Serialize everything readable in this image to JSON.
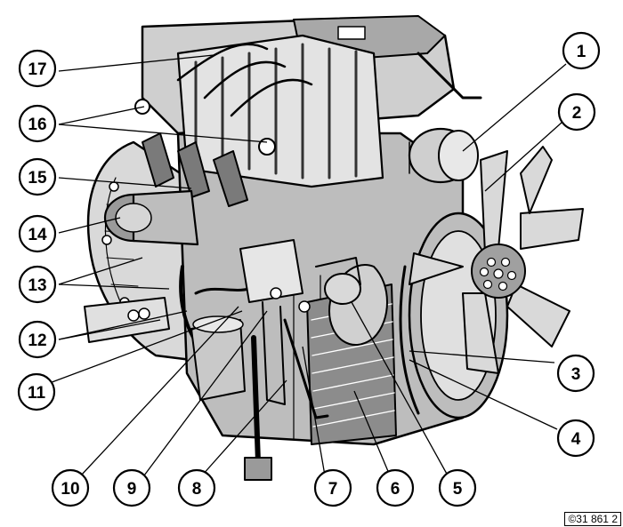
{
  "figure": {
    "reference_code": "©31 861 2"
  },
  "callouts": [
    {
      "number": "1"
    },
    {
      "number": "2"
    },
    {
      "number": "3"
    },
    {
      "number": "4"
    },
    {
      "number": "5"
    },
    {
      "number": "6"
    },
    {
      "number": "7"
    },
    {
      "number": "8"
    },
    {
      "number": "9"
    },
    {
      "number": "10"
    },
    {
      "number": "11"
    },
    {
      "number": "12"
    },
    {
      "number": "13"
    },
    {
      "number": "14"
    },
    {
      "number": "15"
    },
    {
      "number": "16"
    },
    {
      "number": "17"
    }
  ]
}
